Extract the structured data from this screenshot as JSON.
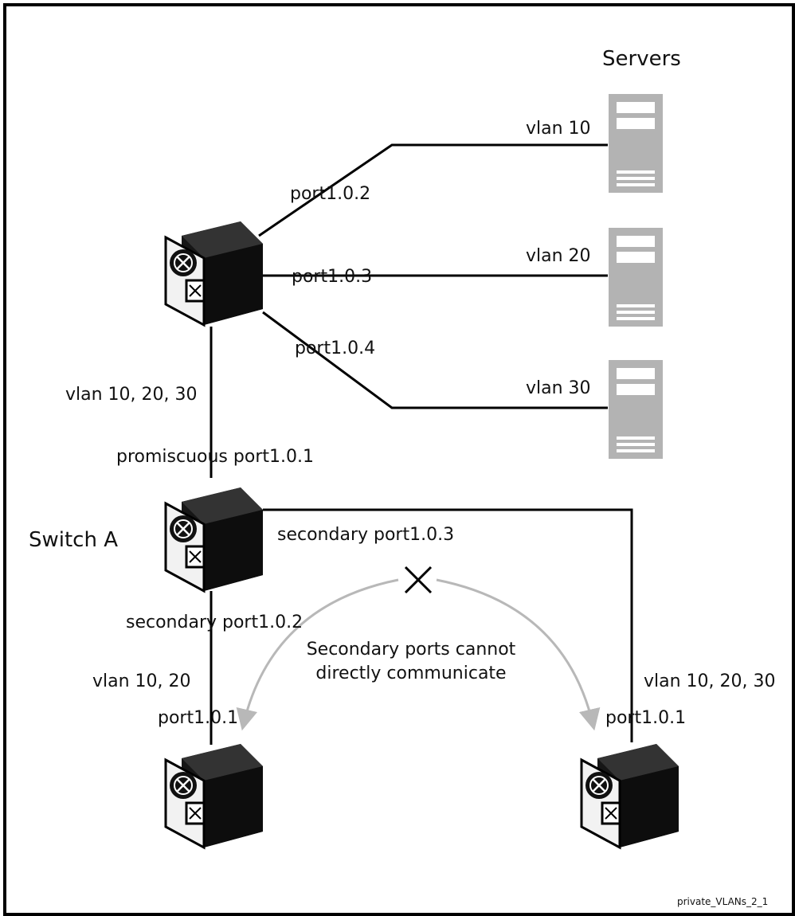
{
  "title": "Servers",
  "switch_a_label": "Switch A",
  "note_line1": "Secondary ports cannot",
  "note_line2": "directly communicate",
  "figure_id": "private_VLANs_2_1",
  "labels": {
    "vlan10": "vlan 10",
    "vlan20": "vlan 20",
    "vlan30": "vlan 30",
    "p102": "port1.0.2",
    "p103": "port1.0.3",
    "p104": "port1.0.4",
    "trunk_vlans": "vlan 10, 20, 30",
    "promisc": "promiscuous port1.0.1",
    "sec103": "secondary port1.0.3",
    "sec102": "secondary port1.0.2",
    "left_vlans": "vlan 10, 20",
    "right_vlans": "vlan 10, 20, 30",
    "left_port": "port1.0.1",
    "right_port": "port1.0.1"
  },
  "colors": {
    "line": "#000000",
    "server": "#b3b3b3",
    "arrow": "#b8b8b8",
    "device": "#1a1a1a"
  }
}
